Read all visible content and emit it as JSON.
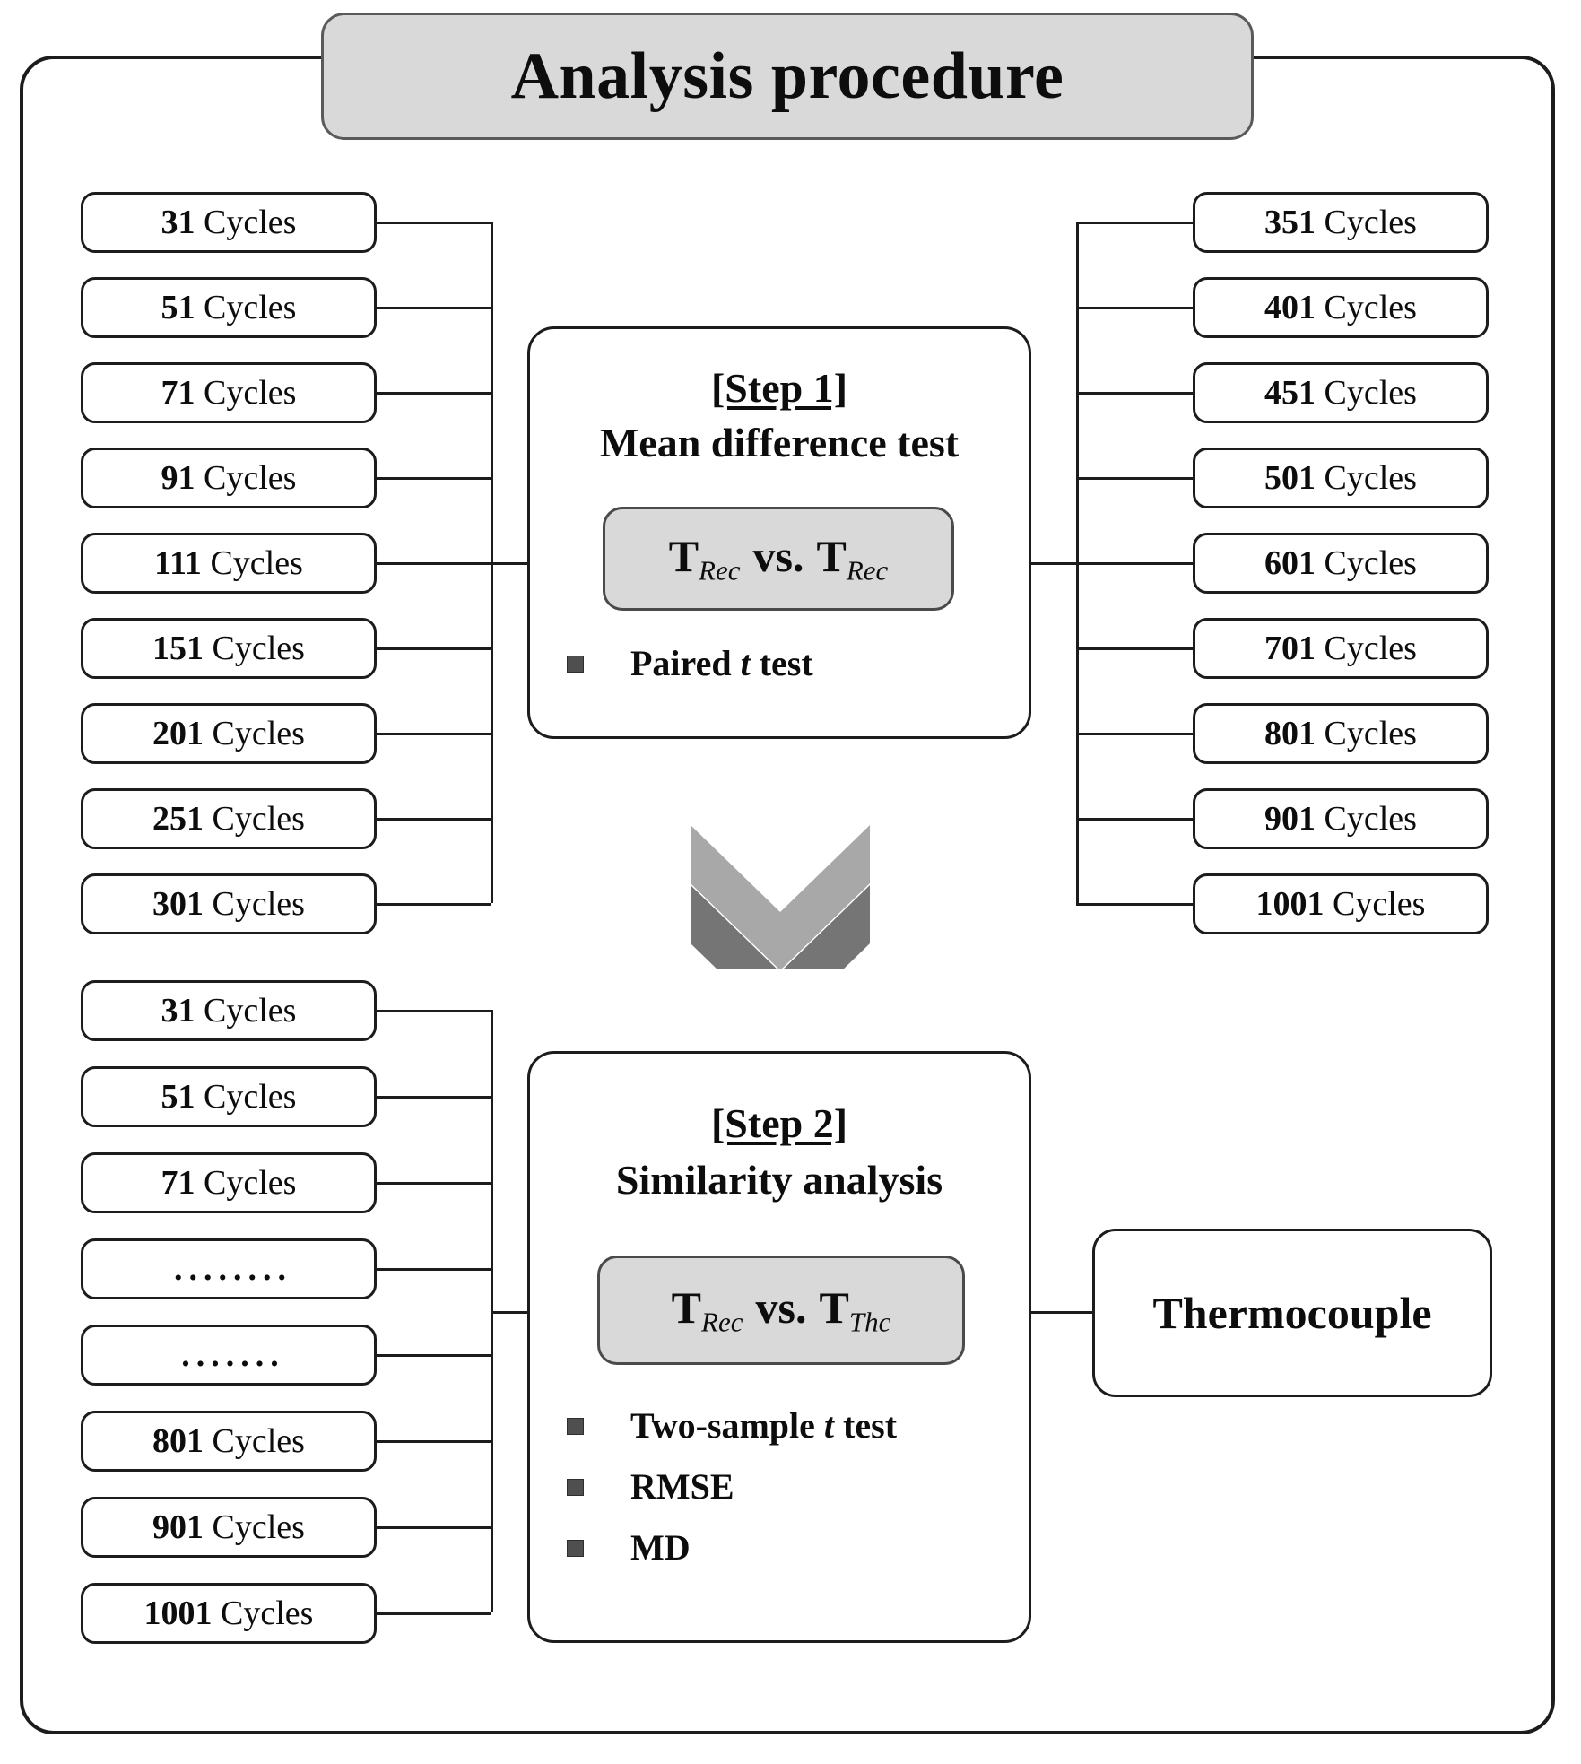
{
  "title": {
    "text": "Analysis procedure"
  },
  "colors": {
    "frame_stroke": "#1c1c1c",
    "banner_fill": "#d9d9d9",
    "chip_fill": "#d9d9d9",
    "chevron_light": "#a8a8a8",
    "chevron_dark": "#757575",
    "bullet_square": "#4f4f4f",
    "page_background": "#ffffff"
  },
  "step1": {
    "title": "[Step 1]",
    "subtitle": "Mean difference test",
    "comparison": {
      "left_symbol": "T",
      "left_subscript": "Rec",
      "operator": "vs.",
      "right_symbol": "T",
      "right_subscript": "Rec"
    },
    "bullets": [
      {
        "pre": "Paired ",
        "italic": "t",
        "post": " test"
      }
    ],
    "left_column": [
      {
        "num": "31",
        "unit": " Cycles"
      },
      {
        "num": "51",
        "unit": " Cycles"
      },
      {
        "num": "71",
        "unit": " Cycles"
      },
      {
        "num": "91",
        "unit": " Cycles"
      },
      {
        "num": "111",
        "unit": " Cycles"
      },
      {
        "num": "151",
        "unit": " Cycles"
      },
      {
        "num": "201",
        "unit": " Cycles"
      },
      {
        "num": "251",
        "unit": " Cycles"
      },
      {
        "num": "301",
        "unit": " Cycles"
      }
    ],
    "right_column": [
      {
        "num": "351",
        "unit": " Cycles"
      },
      {
        "num": "401",
        "unit": " Cycles"
      },
      {
        "num": "451",
        "unit": " Cycles"
      },
      {
        "num": "501",
        "unit": " Cycles"
      },
      {
        "num": "601",
        "unit": " Cycles"
      },
      {
        "num": "701",
        "unit": " Cycles"
      },
      {
        "num": "801",
        "unit": " Cycles"
      },
      {
        "num": "901",
        "unit": " Cycles"
      },
      {
        "num": "1001",
        "unit": " Cycles"
      }
    ]
  },
  "step2": {
    "title": "[Step 2]",
    "subtitle": "Similarity analysis",
    "comparison": {
      "left_symbol": "T",
      "left_subscript": "Rec",
      "operator": "vs.",
      "right_symbol": "T",
      "right_subscript": "Thc"
    },
    "bullets": [
      {
        "pre": "Two-sample ",
        "italic": "t",
        "post": "  test"
      },
      {
        "pre": "RMSE",
        "italic": "",
        "post": ""
      },
      {
        "pre": "MD",
        "italic": "",
        "post": ""
      }
    ],
    "left_column": [
      {
        "num": "31",
        "unit": " Cycles",
        "ellipsis": ""
      },
      {
        "num": "51",
        "unit": " Cycles",
        "ellipsis": ""
      },
      {
        "num": "71",
        "unit": " Cycles",
        "ellipsis": ""
      },
      {
        "num": "",
        "unit": "",
        "ellipsis": "........"
      },
      {
        "num": "",
        "unit": "",
        "ellipsis": "......."
      },
      {
        "num": "801",
        "unit": " Cycles",
        "ellipsis": ""
      },
      {
        "num": "901",
        "unit": " Cycles",
        "ellipsis": ""
      },
      {
        "num": "1001",
        "unit": " Cycles",
        "ellipsis": ""
      }
    ],
    "right_node": {
      "label": "Thermocouple"
    }
  }
}
